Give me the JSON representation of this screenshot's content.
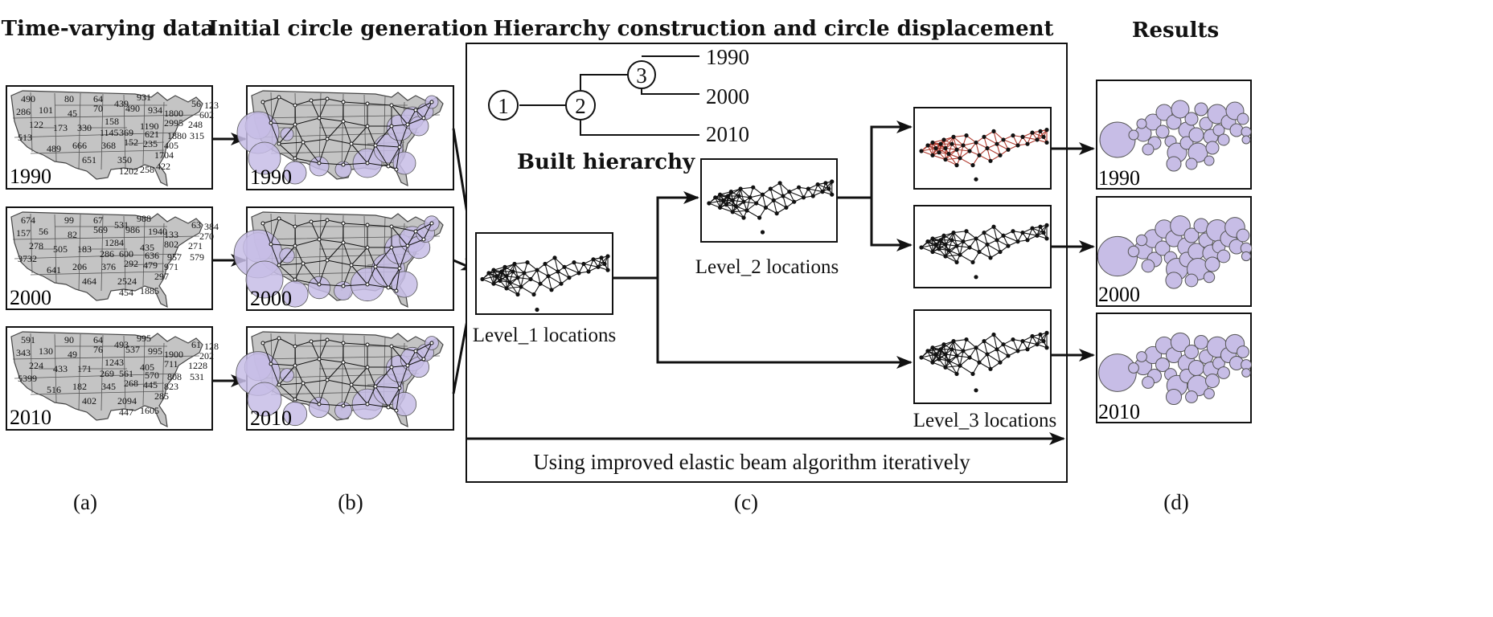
{
  "headers": {
    "a": "Time-varying data",
    "b": "Initial circle generation",
    "c": "Hierarchy construction and circle displacement",
    "d": "Results"
  },
  "years": [
    "1990",
    "2000",
    "2010"
  ],
  "panel_labels": [
    "(a)",
    "(b)",
    "(c)",
    "(d)"
  ],
  "tree": {
    "nodes": [
      "1",
      "2",
      "3"
    ],
    "leaves": [
      "1990",
      "2000",
      "2010"
    ],
    "caption": "Built hierarchy"
  },
  "locations": {
    "level1": "Level_1 locations",
    "level2": "Level_2 locations",
    "level3": "Level_3 locations"
  },
  "algorithm_text": "Using improved elastic beam algorithm iteratively",
  "map_values": {
    "1990": [
      "490",
      "80",
      "64",
      "439",
      "931",
      "56",
      "123",
      "286",
      "101",
      "45",
      "70",
      "490",
      "934",
      "1800",
      "602",
      "122",
      "173",
      "330",
      "158",
      "1190",
      "2995",
      "248",
      "513",
      "1145",
      "369",
      "621",
      "1880",
      "315",
      "489",
      "666",
      "368",
      "152",
      "235",
      "405",
      "651",
      "350",
      "1704",
      "258",
      "1202",
      "422"
    ],
    "2000": [
      "674",
      "99",
      "67",
      "531",
      "988",
      "63",
      "384",
      "157",
      "56",
      "82",
      "569",
      "986",
      "1940",
      "133",
      "270",
      "278",
      "505",
      "183",
      "1284",
      "435",
      "802",
      "271",
      "3732",
      "286",
      "600",
      "636",
      "957",
      "579",
      "641",
      "206",
      "376",
      "292",
      "479",
      "971",
      "464",
      "2524",
      "297",
      "1885",
      "454"
    ],
    "2010": [
      "591",
      "90",
      "64",
      "493",
      "995",
      "61",
      "128",
      "343",
      "130",
      "49",
      "76",
      "537",
      "995",
      "1900",
      "202",
      "224",
      "433",
      "171",
      "1243",
      "405",
      "711",
      "1228",
      "5399",
      "269",
      "561",
      "570",
      "808",
      "531",
      "516",
      "182",
      "345",
      "268",
      "445",
      "823",
      "402",
      "2094",
      "285",
      "1605",
      "447"
    ]
  },
  "colors": {
    "map_fill": "#c4c4c4",
    "circle_fill": "#c7bde6",
    "level3_top_edges": "#b03a2e"
  }
}
